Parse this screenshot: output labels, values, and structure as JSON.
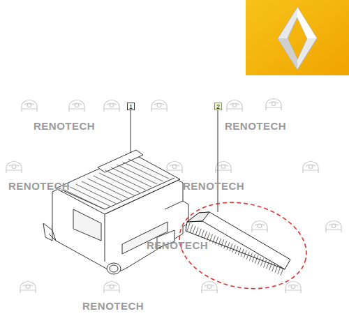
{
  "diagram": {
    "nodes": [
      {
        "text": [
          "1"
        ]
      },
      {
        "text": [
          "2"
        ]
      }
    ],
    "labels": [
      "RENOTECH",
      "RENOTECH",
      "RENOTECH",
      "RENOTECH",
      "RENOTECH",
      "RENOTECH"
    ]
  }
}
